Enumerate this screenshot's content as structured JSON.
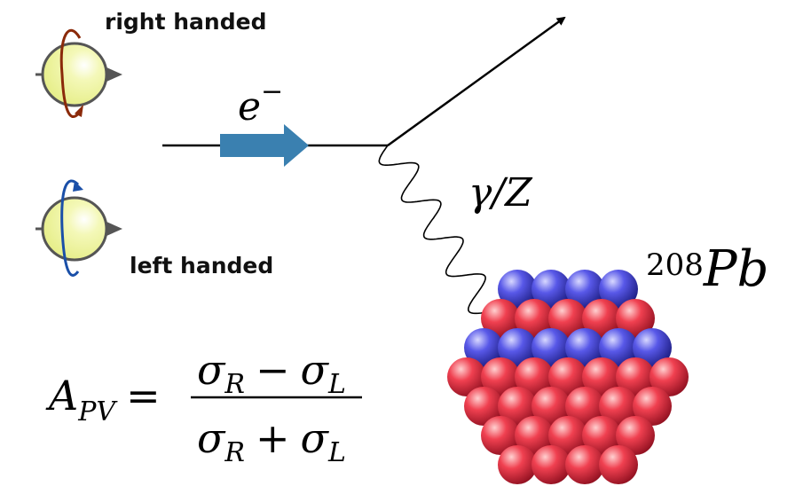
{
  "labels": {
    "right_handed": "right handed",
    "left_handed": "left handed",
    "electron": "e",
    "electron_charge": "−",
    "boson": "γ/Z",
    "nucleus_mass": "208",
    "nucleus_symbol": "Pb"
  },
  "formula": {
    "lhs_A": "A",
    "lhs_sub": "PV",
    "equals": "=",
    "num_s1": "σ",
    "num_sub1": "R",
    "num_op": "−",
    "num_s2": "σ",
    "num_sub2": "L",
    "den_s1": "σ",
    "den_sub1": "R",
    "den_op": "+",
    "den_s2": "σ",
    "den_sub2": "L"
  },
  "colors": {
    "sphere": "#f2f7a0",
    "right_spin": "#8b2a0a",
    "left_spin": "#1a4fa8",
    "beam_arrow": "#3a80b0",
    "proton": "#e0303c",
    "neutron": "#4a4ad8"
  }
}
